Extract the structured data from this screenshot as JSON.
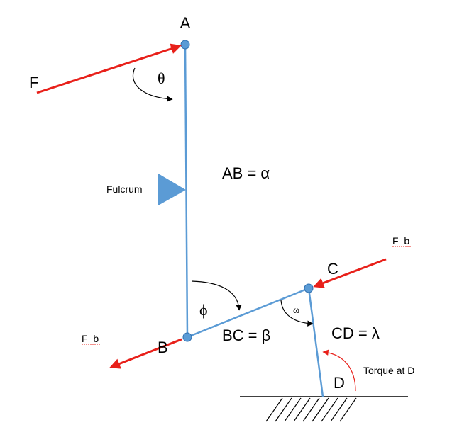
{
  "points": {
    "a": "A",
    "b": "B",
    "c": "C",
    "d": "D"
  },
  "forces": {
    "f": "F",
    "fb_left": "F_b",
    "fb_right": "F_b"
  },
  "angles": {
    "theta": "θ",
    "phi": "ϕ",
    "omega": "ω"
  },
  "lengths": {
    "ab": "AB = α",
    "bc": "BC = β",
    "cd": "CD = λ"
  },
  "labels": {
    "fulcrum": "Fulcrum",
    "torque": "Torque at D"
  },
  "colors": {
    "link": "#5b9bd5",
    "joint": "#5b9bd5",
    "joint_stroke": "#2e6fb0",
    "force": "#e8201a",
    "fulcrum": "#5b9bd5",
    "ground": "#000000",
    "misspell_underline": "#e8201a"
  }
}
